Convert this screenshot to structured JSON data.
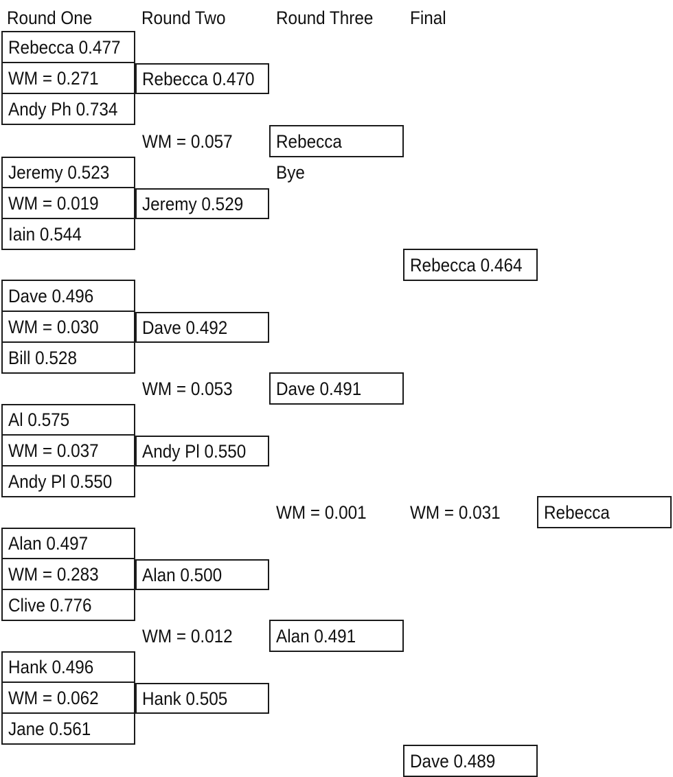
{
  "headers": [
    "Round One",
    "Round Two",
    "Round Three",
    "Final"
  ],
  "round_one": [
    {
      "player": "Rebecca 0.477",
      "wm": "WM = 0.271",
      "opponent": "Andy Ph 0.734"
    },
    {
      "player": "Jeremy 0.523",
      "wm": "WM = 0.019",
      "opponent": "Iain 0.544"
    },
    {
      "player": "Dave 0.496",
      "wm": "WM = 0.030",
      "opponent": "Bill 0.528"
    },
    {
      "player": "Al 0.575",
      "wm": "WM = 0.037",
      "opponent": "Andy Pl 0.550"
    },
    {
      "player": "Alan 0.497",
      "wm": "WM = 0.283",
      "opponent": "Clive 0.776"
    },
    {
      "player": "Hank 0.496",
      "wm": "WM = 0.062",
      "opponent": "Jane 0.561"
    }
  ],
  "round_two": {
    "winners": [
      "Rebecca 0.470",
      "Jeremy 0.529",
      "Dave 0.492",
      "Andy Pl 0.550",
      "Alan 0.500",
      "Hank 0.505"
    ],
    "wm": [
      "WM = 0.057",
      "WM = 0.053",
      "WM = 0.012"
    ]
  },
  "round_three": {
    "winners": [
      "Rebecca",
      "Dave 0.491",
      "Alan 0.491"
    ],
    "bye": "Bye",
    "wm": "WM = 0.001"
  },
  "final": {
    "entrants": [
      "Rebecca 0.464",
      "Dave 0.489"
    ],
    "wm": "WM = 0.031",
    "champion": "Rebecca"
  }
}
